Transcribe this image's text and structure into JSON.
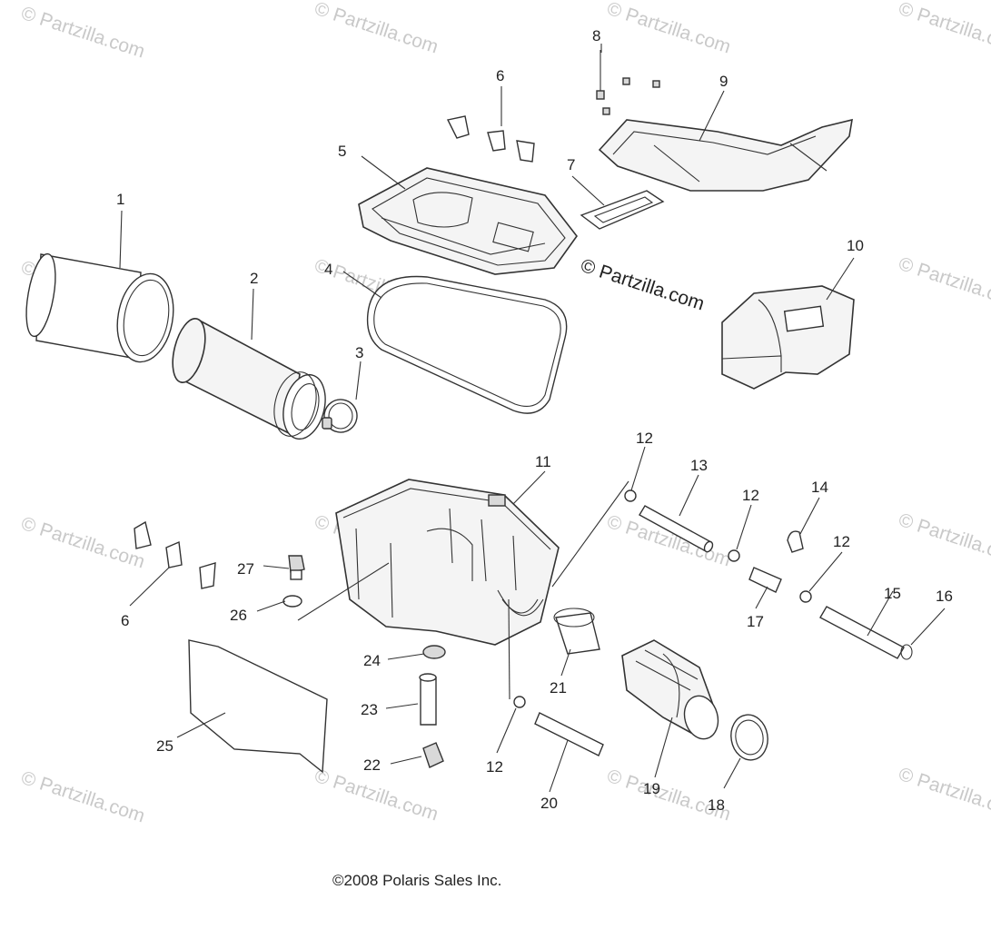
{
  "diagram": {
    "watermark_text": "© Partzilla.com",
    "brand_text": "© Partzilla.com",
    "copyright": "©2008 Polaris Sales Inc.",
    "callouts": [
      "1",
      "2",
      "3",
      "4",
      "5",
      "6",
      "6",
      "7",
      "8",
      "9",
      "10",
      "11",
      "12",
      "12",
      "12",
      "12",
      "13",
      "14",
      "15",
      "16",
      "17",
      "18",
      "19",
      "20",
      "21",
      "22",
      "23",
      "24",
      "25",
      "26",
      "27"
    ]
  }
}
